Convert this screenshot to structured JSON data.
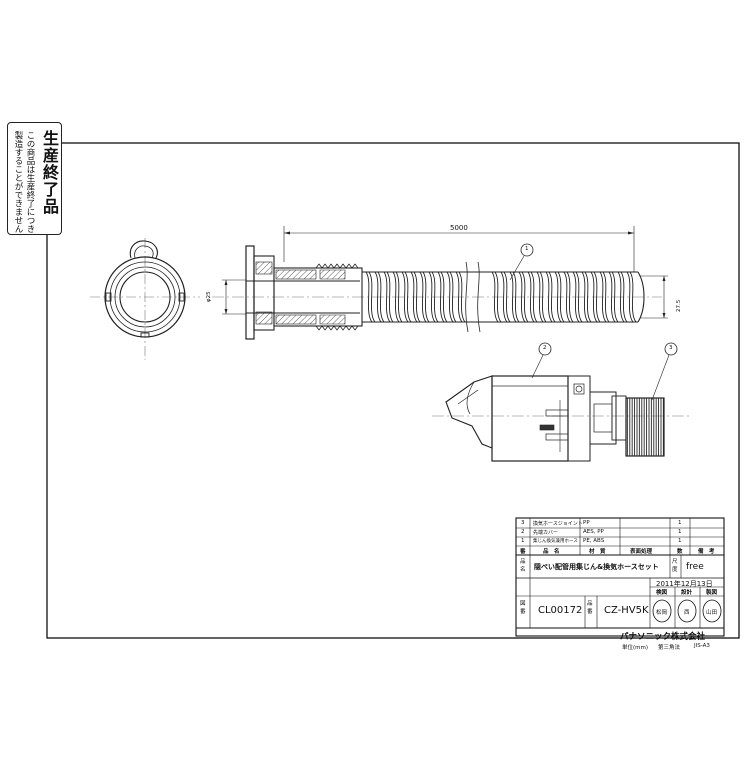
{
  "stamp": {
    "title": "生産終了品",
    "note_line1": "この商品は生産終了につき",
    "note_line2": "製造することができません"
  },
  "dimensions": {
    "length": "5000",
    "diameter_small": "φ25",
    "diameter_large": "27.5"
  },
  "callouts": [
    "1",
    "2",
    "3"
  ],
  "parts_table": {
    "rows": [
      {
        "no": "3",
        "name": "換気ホースジョイント",
        "material": "PP",
        "qty": "1"
      },
      {
        "no": "2",
        "name": "先端カバー",
        "material": "AES, PP",
        "qty": "1"
      },
      {
        "no": "1",
        "name": "集じん換気兼用ホース",
        "material": "PE, ABS",
        "qty": "1"
      }
    ],
    "header": {
      "no": "番",
      "name": "品　名",
      "material": "材　質",
      "finish": "表面処理",
      "qty": "数",
      "note": "備　考"
    }
  },
  "title_block": {
    "name_label": "品名",
    "product_name": "隠ぺい配管用集じん&換気ホースセット",
    "scale_label": "尺度",
    "scale": "free",
    "date": "2011年12月13日",
    "approval_labels": [
      "検図",
      "設計",
      "製図"
    ],
    "approval_stamps": [
      "松岡",
      "西",
      "山田"
    ],
    "drawing_label": "図番",
    "drawing_no": "CL00172",
    "part_label": "品番",
    "part_no": "CZ-HV5K",
    "company": "パナソニック株式会社",
    "unit": "単位(mm)",
    "projection": "第三角法",
    "paper": "JIS-A3"
  }
}
